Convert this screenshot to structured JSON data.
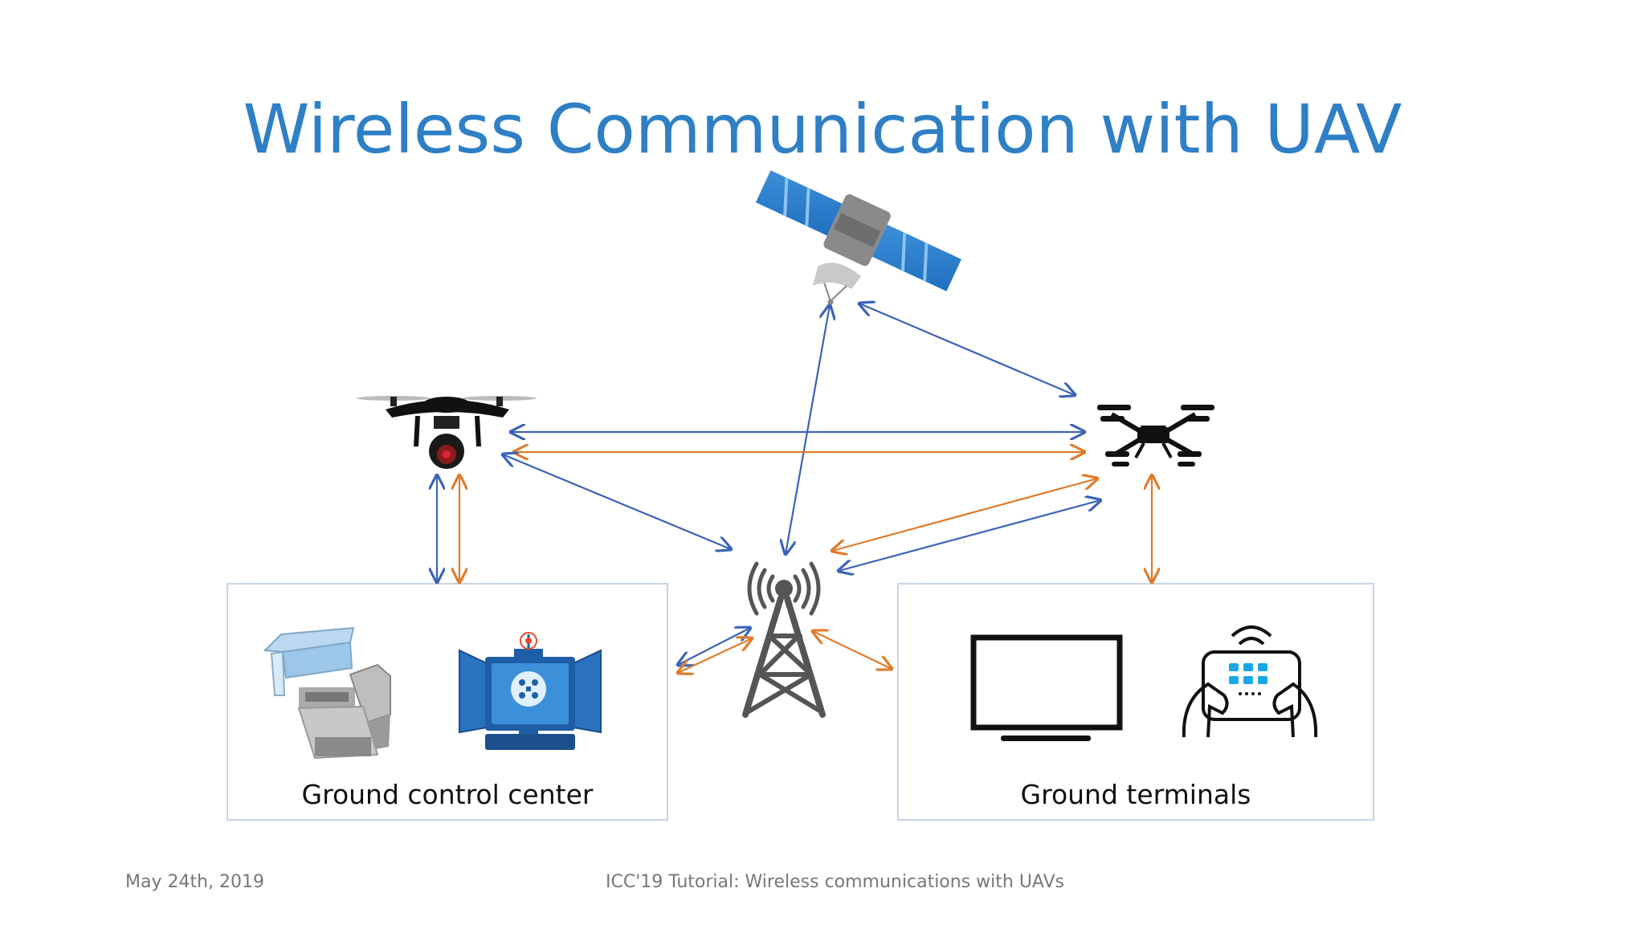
{
  "slide": {
    "title": "Wireless Communication with UAV",
    "ground_control_label": "Ground control center",
    "ground_terminals_label": "Ground terminals",
    "footer_date": "May 24th, 2019",
    "footer_center": "ICC'19 Tutorial: Wireless communications with UAVs"
  },
  "colors": {
    "title": "#2e7fc6",
    "link_blue": "#3a63b8",
    "link_orange": "#e07a2a",
    "box_border": "#c6d4e4"
  },
  "icons": {
    "satellite": "satellite-icon",
    "camera_drone": "camera-drone-icon",
    "quadcopter": "quadcopter-icon",
    "tower": "cell-tower-icon",
    "cockpit": "cockpit-simulator-icon",
    "control_station": "control-station-icon",
    "monitor": "monitor-icon",
    "tablet": "handheld-tablet-icon"
  }
}
